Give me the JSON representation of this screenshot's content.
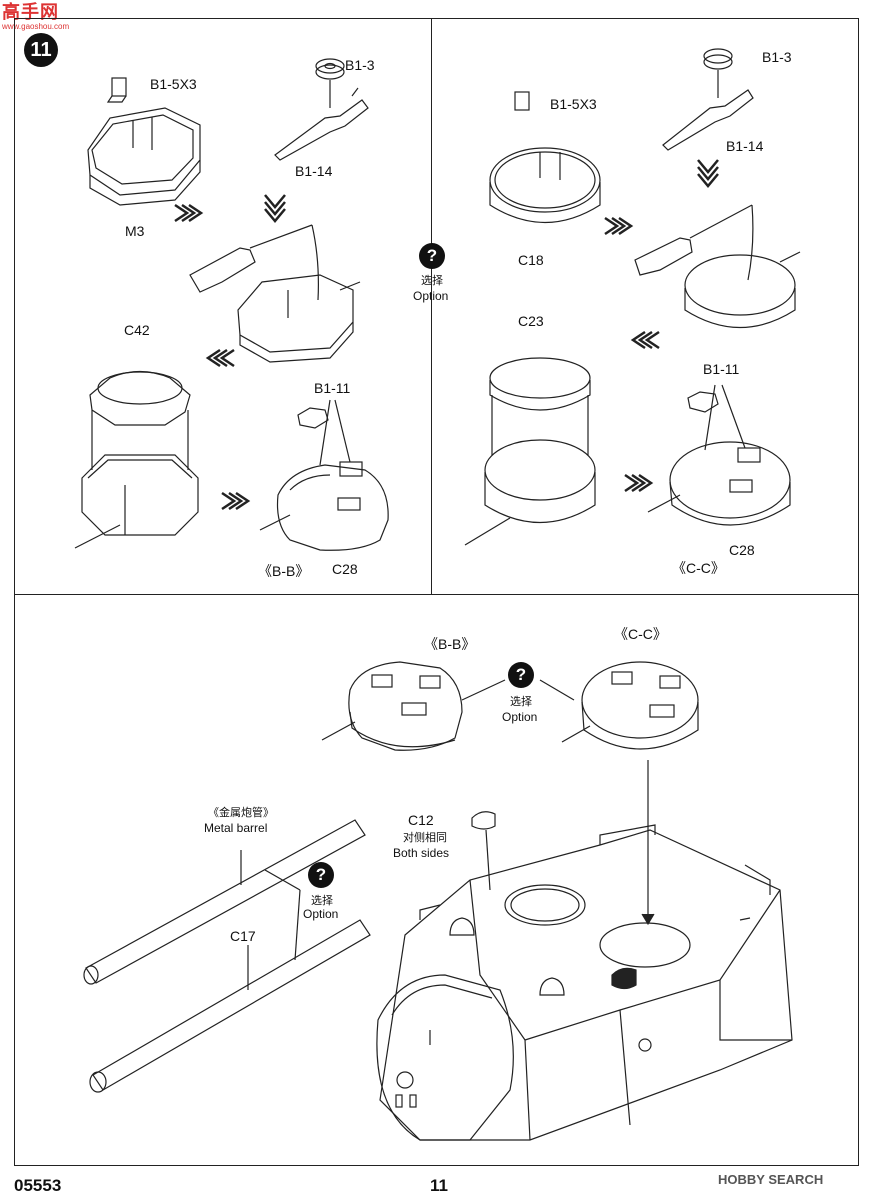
{
  "watermark": {
    "brand": "高手网",
    "url": "www.gaoshou.com"
  },
  "step_number": "11",
  "panels": {
    "b_b_assembly": {
      "labels": {
        "b1_5x3": "B1-5X3",
        "b1_3": "B1-3",
        "b1_14": "B1-14",
        "m3": "M3",
        "c42": "C42",
        "b1_11": "B1-11",
        "c28": "C28",
        "variant": "《B-B》"
      }
    },
    "c_c_assembly": {
      "labels": {
        "b1_5x3": "B1-5X3",
        "b1_3": "B1-3",
        "b1_14": "B1-14",
        "c18": "C18",
        "c23": "C23",
        "b1_11": "B1-11",
        "c28": "C28",
        "variant": "《C-C》"
      }
    },
    "option_divider": {
      "icon": "?",
      "cn": "选择",
      "en": "Option"
    },
    "turret_assembly": {
      "variant_left": "《B-B》",
      "variant_right": "《C-C》",
      "option_top": {
        "icon": "?",
        "cn": "选择",
        "en": "Option"
      },
      "option_barrel": {
        "icon": "?",
        "cn": "选择",
        "en": "Option"
      },
      "metal_barrel": {
        "cn": "《金属炮管》",
        "en": "Metal barrel"
      },
      "c17": "C17",
      "c12": "C12",
      "both_sides": {
        "cn": "对侧相同",
        "en": "Both sides"
      }
    }
  },
  "footer": {
    "code": "05553",
    "page": "11",
    "source": "HOBBY SEARCH"
  }
}
